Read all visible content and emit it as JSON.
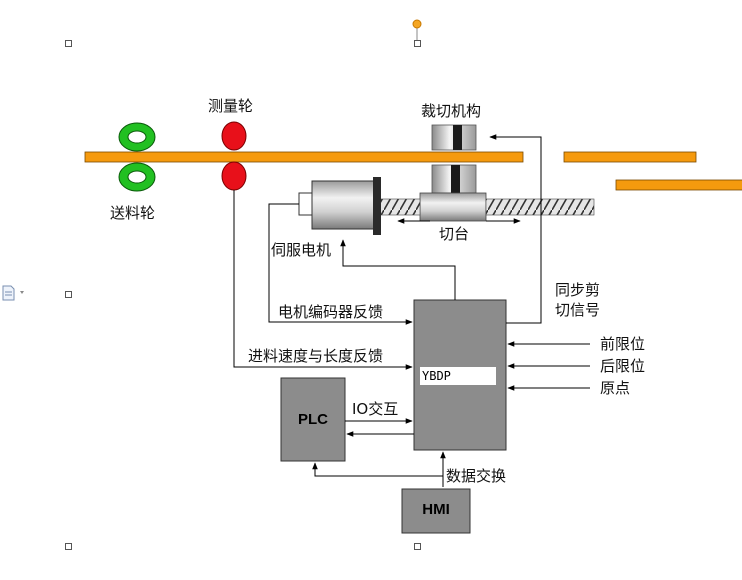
{
  "labels": {
    "measuring_wheel": "测量轮",
    "cutting_mechanism": "裁切机构",
    "feed_wheel": "送料轮",
    "table": "切台",
    "servo_motor": "伺服电机",
    "encoder_feedback": "电机编码器反馈",
    "speed_length_feedback": "进料速度与长度反馈",
    "sync_shear_line1": "同步剪",
    "sync_shear_line2": "切信号",
    "front_limit": "前限位",
    "rear_limit": "后限位",
    "origin": "原点",
    "io_interaction": "IO交互",
    "data_exchange": "数据交换"
  },
  "boxes": {
    "controller_name": "YBDP",
    "plc": "PLC",
    "hmi": "HMI"
  },
  "colors": {
    "material_strip": "#f59a0e",
    "feed_wheel": "#22c022",
    "measuring_wheel": "#e8101a",
    "controller_box": "#8c8c8c"
  },
  "icons": [
    "document-icon",
    "anchor-handle-icon"
  ]
}
